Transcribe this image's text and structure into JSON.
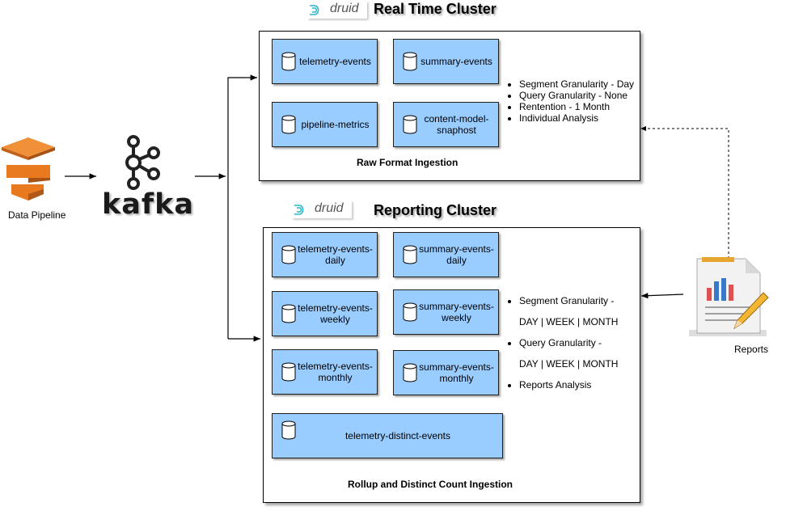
{
  "sources": {
    "data_pipeline_label": "Data Pipeline",
    "kafka_label": "kafka",
    "reports_label": "Reports"
  },
  "druid_logo_text": "druid",
  "realtime": {
    "title": "Real Time Cluster",
    "caption": "Raw Format Ingestion",
    "datasources": [
      "telemetry-events",
      "summary-events",
      "pipeline-metrics",
      "content-model-\nsnaphost"
    ],
    "properties": [
      "Segment Granularity - Day",
      "Query Granularity -  None",
      "Rentention - 1  Month",
      "Individual Analysis"
    ]
  },
  "reporting": {
    "title": "Reporting Cluster",
    "caption": "Rollup  and Distinct Count Ingestion",
    "datasources": [
      "telemetry-events-\ndaily",
      "summary-events-\ndaily",
      "telemetry-events-\nweekly",
      "summary-events-\nweekly",
      "telemetry-events-\nmonthly",
      "summary-events-\nmonthly",
      "telemetry-distinct-events"
    ],
    "properties": [
      "Segment Granularity -",
      "DAY | WEEK | MONTH",
      "Query Granularity -",
      "DAY | WEEK | MONTH",
      "Reports Analysis"
    ]
  },
  "colors": {
    "datasource_fill": "#99ccff",
    "pipeline_orange": "#e8791e",
    "druid_teal": "#29b6c8"
  },
  "icons": [
    "stack-layers-icon",
    "kafka-logo-icon",
    "report-document-icon",
    "database-cylinder-icon",
    "druid-logo-icon"
  ]
}
